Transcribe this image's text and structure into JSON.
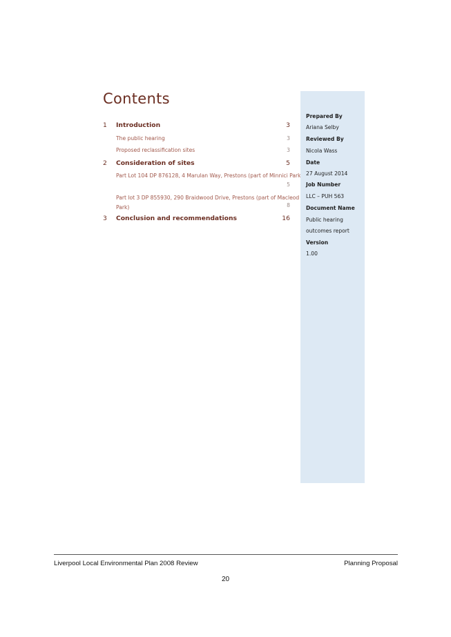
{
  "contents": {
    "title": "Contents",
    "entries": [
      {
        "number": "1",
        "label": "Introduction",
        "page": "3"
      },
      {
        "label": "The public hearing",
        "page": "3"
      },
      {
        "label": "Proposed reclassification sites",
        "page": "3"
      },
      {
        "number": "2",
        "label": "Consideration of sites",
        "page": "5"
      },
      {
        "label": "Part Lot 104 DP 876128, 4 Marulan Way, Prestons (part of Minnici Park)",
        "page": "5"
      },
      {
        "label": "Part lot 3 DP 855930, 290 Braidwood Drive, Prestons (part of Macleod Park)",
        "page": "8"
      },
      {
        "number": "3",
        "label": "Conclusion and recommendations",
        "page": "16"
      }
    ]
  },
  "sidebar": {
    "prepared_by_label": "Prepared By",
    "prepared_by_value": "Ariana Selby",
    "reviewed_by_label": "Reviewed By",
    "reviewed_by_value": "Nicola Wass",
    "date_label": "Date",
    "date_value": "27 August 2014",
    "job_number_label": "Job Number",
    "job_number_value": "LLC – PUH 563",
    "document_name_label": "Document Name",
    "document_name_value_line1": "Public hearing",
    "document_name_value_line2": "outcomes report",
    "version_label": "Version",
    "version_value": "1.00",
    "background_color": "#dde9f4"
  },
  "footer": {
    "left": "Liverpool Local Environmental Plan 2008 Review",
    "right": "Planning Proposal",
    "page_number": "20"
  }
}
